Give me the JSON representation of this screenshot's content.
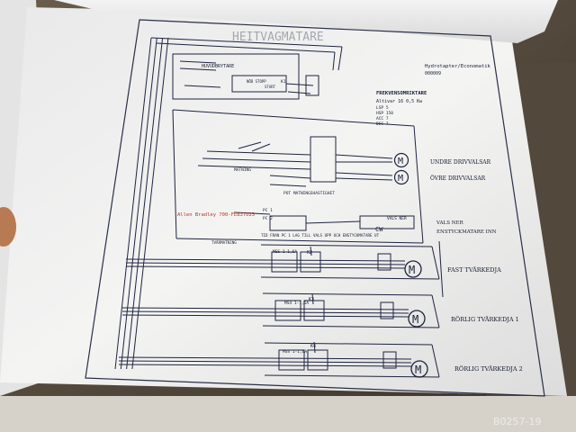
{
  "schematic": {
    "title": "HEITVAGMATARE",
    "company": "Hydrotapter/Economatik",
    "doc_number": "000009",
    "main_switch": "HUVUDBRYTARE",
    "inverter_title": "FREKVENSOMRIKTARE",
    "inverter_model": "Altivar 16 0,5 Kw",
    "inverter_params": [
      "LSP 5",
      "HSP 150",
      "ACC 7",
      "DEC 7"
    ],
    "emergency_stop": "NÖD STOPP",
    "start": "START",
    "cw_label": "CW",
    "pot_label": "POT MATNINGSHASTIGHET",
    "feed_label": "MATNING",
    "reverse_label": "VALS NER",
    "pc_labels": [
      "PC 1",
      "PC 2"
    ],
    "k1": "K1",
    "relay_labels": [
      "K2",
      "K3",
      "K4"
    ],
    "breaker_labels": [
      "MSS 1-1,6A",
      "MS4 1-1,6A",
      "MSS 1-1,6A"
    ],
    "plc_note": "Allen Bradley 700-FEB3TU23",
    "timer_note": "TID FRAN PC 1 LAG TILL VALS UPP OCH ENSTYCKMATARE UT",
    "right_labels": {
      "lower_roll": "UNDRE DRIVVALSAR",
      "upper_roll": "ÖVRE DRIVVALSAR",
      "rolls_down": "VALS NER",
      "single_feeder": "ENSTYCKMATARE INN",
      "fixed_chain": "FAST TVÄRKEDJA",
      "moving_chain_1": "RÖRLIG TVÄRKEDJA 1",
      "moving_chain_2": "RÖRLIG TVÄRKEDJA 2"
    },
    "motor_symbol": "M",
    "cross_feed_label": "TVÄRMATNING"
  },
  "watermark": "B0257-19"
}
